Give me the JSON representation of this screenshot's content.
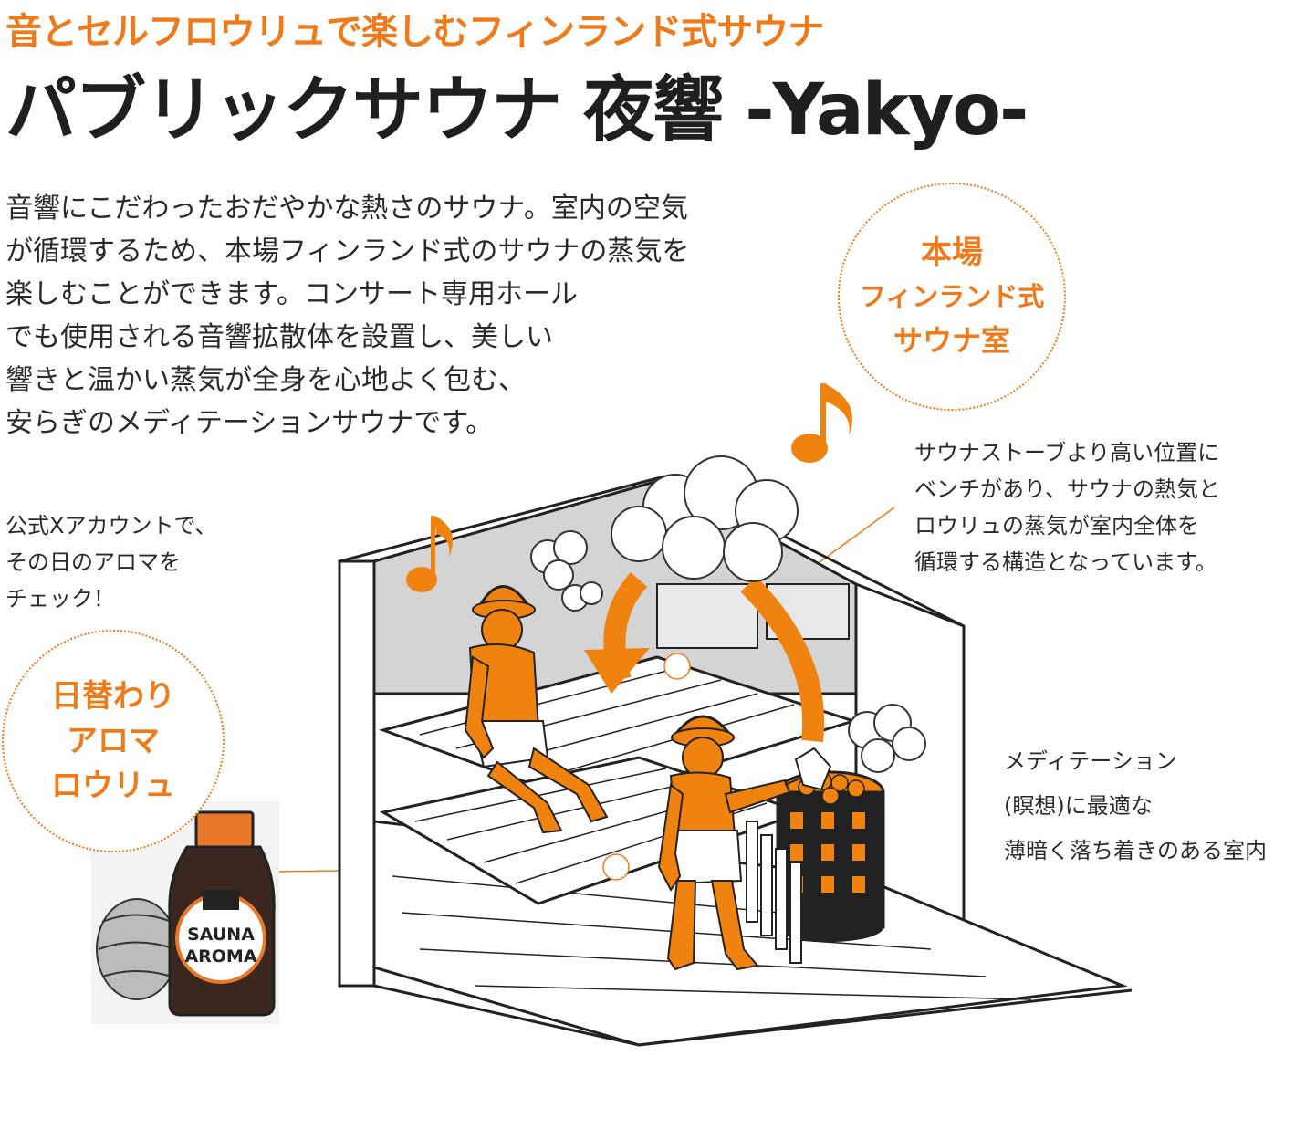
{
  "header": {
    "tagline": "音とセルフロウリュで楽しむフィンランド式サウナ",
    "title": "パブリックサウナ 夜響 -Yakyo-"
  },
  "description": {
    "lines": [
      "音響にこだわったおだやかな熱さのサウナ。室内の空気",
      "が循環するため、本場フィンランド式のサウナの蒸気を",
      "楽しむことができます。コンサート専用ホール",
      "でも使用される音響拡散体を設置し、美しい",
      "響きと温かい蒸気が全身を心地よく包む、",
      "安らぎのメディテーションサウナです。"
    ]
  },
  "badges": {
    "honba": {
      "lines": [
        "本場",
        "フィンランド式",
        "サウナ室"
      ]
    },
    "aroma": {
      "lines": [
        "日替わり",
        "アロマ",
        "ロウリュ"
      ]
    }
  },
  "notes": {
    "x_account": [
      "公式Xアカウントで、",
      "その日のアロマを",
      "チェック！"
    ],
    "stove": [
      "サウナストーブより高い位置に",
      "ベンチがあり、サウナの熱気と",
      "ロウリュの蒸気が室内全体を",
      "循環する構造となっています。"
    ],
    "meditation": [
      "メディテーション",
      "(瞑想)に最適な",
      "薄暗く落ち着きのある室内"
    ]
  },
  "bottle": {
    "label_line1": "SAUNA",
    "label_line2": "AROMA"
  },
  "colors": {
    "accent": "#ee7a1a",
    "orange_fill": "#f0820f",
    "text": "#222222",
    "wall": "#d0d0d0"
  }
}
